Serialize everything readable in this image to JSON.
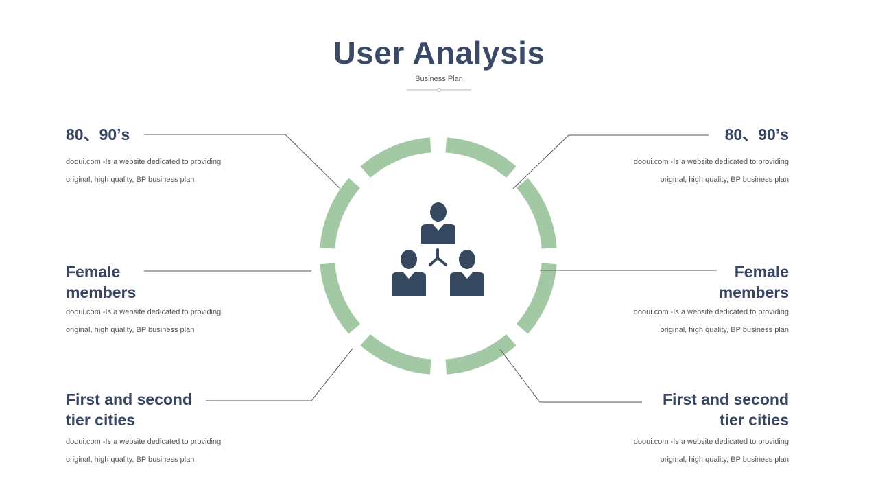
{
  "header": {
    "title": "User Analysis",
    "subtitle": "Business Plan"
  },
  "colors": {
    "ring": "#a3c8a4",
    "icon": "#354860",
    "heading": "#384563",
    "connector": "#555555"
  },
  "center": {
    "icon": "user-group-icon"
  },
  "items": {
    "left_top": {
      "heading": "80、90’s",
      "desc1": "dooui.com -Is a website dedicated to providing",
      "desc2": "original, high quality, BP business plan"
    },
    "left_middle": {
      "heading": "Female members",
      "desc1": "dooui.com -Is a website dedicated to providing",
      "desc2": "original, high quality, BP business plan"
    },
    "left_bottom": {
      "heading": "First and second tier cities",
      "desc1": "dooui.com -Is a website dedicated to providing",
      "desc2": "original, high quality, BP business plan"
    },
    "right_top": {
      "heading": "80、90’s",
      "desc1": "dooui.com -Is a website dedicated to providing",
      "desc2": "original, high quality, BP business plan"
    },
    "right_middle": {
      "heading": "Female members",
      "desc1": "dooui.com -Is a website dedicated to providing",
      "desc2": "original, high quality, BP business plan"
    },
    "right_bottom": {
      "heading": "First and second tier cities",
      "desc1": "dooui.com -Is a website dedicated to providing",
      "desc2": "original, high quality, BP business plan"
    }
  }
}
